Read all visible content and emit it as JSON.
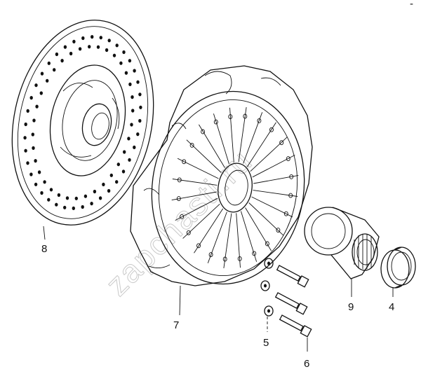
{
  "watermark": "zapchasti.ru",
  "corner_mark": "-",
  "callouts": [
    {
      "id": "8",
      "label": "8"
    },
    {
      "id": "7",
      "label": "7"
    },
    {
      "id": "5",
      "label": "5"
    },
    {
      "id": "6",
      "label": "6"
    },
    {
      "id": "9",
      "label": "9"
    },
    {
      "id": "4",
      "label": "4"
    }
  ]
}
